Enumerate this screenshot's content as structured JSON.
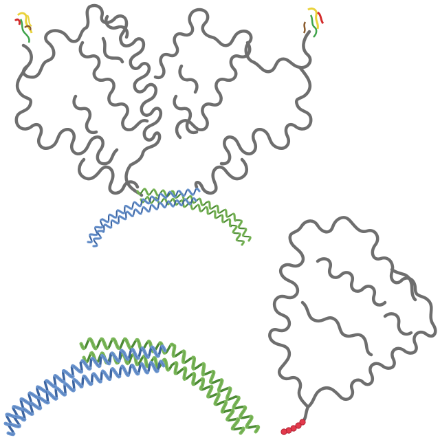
{
  "figure": {
    "background": "#ffffff",
    "colors": {
      "disordered_chain": "#6e6e6e",
      "helix_blue": "#6b95cf",
      "helix_blue_dark": "#3c64a0",
      "helix_green": "#7cb85a",
      "helix_green_dark": "#4c8a34",
      "red_segment": "#e23a4c",
      "domain_yellow": "#e9d23a",
      "domain_red": "#d32b2b",
      "domain_green": "#3fa34a",
      "domain_brown": "#8a5a2b"
    },
    "panels": [
      {
        "id": "dimer-with-disordered-arms"
      },
      {
        "id": "coiled-coil-closeup"
      },
      {
        "id": "single-disordered-chain"
      }
    ]
  }
}
